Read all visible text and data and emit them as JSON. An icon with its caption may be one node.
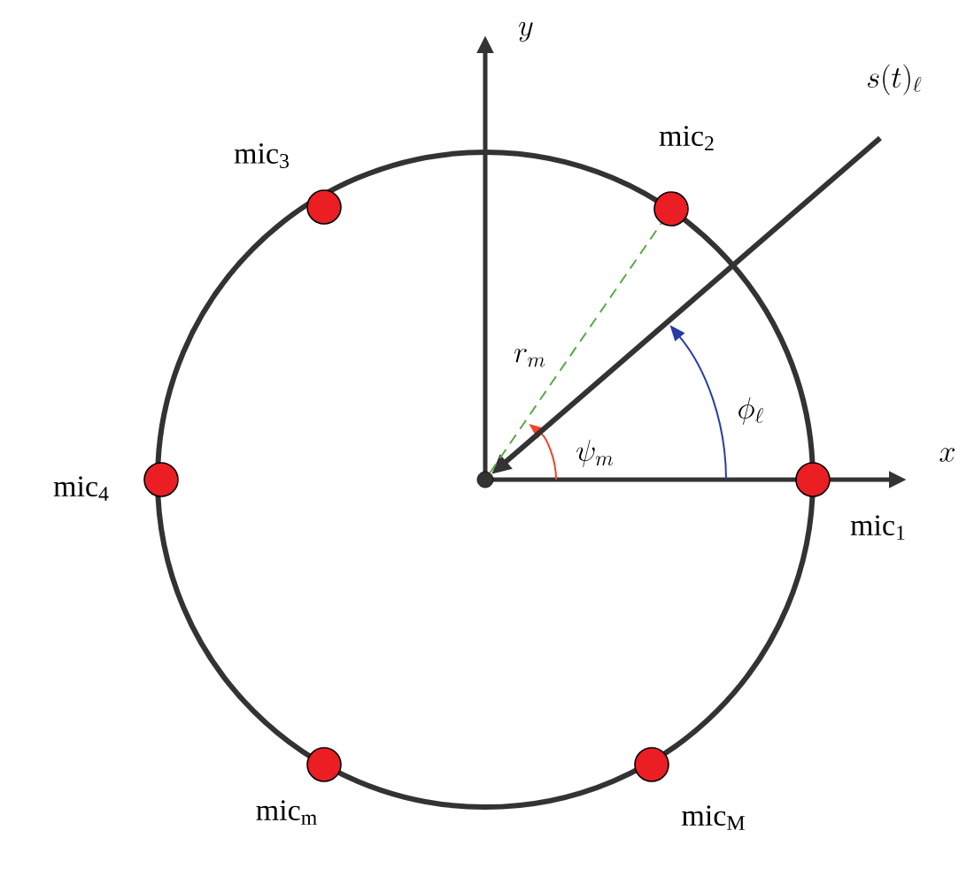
{
  "diagram": {
    "nodes": [
      {
        "text": [],
        "shape": "circle",
        "beside": [
          "mic$_{3}$"
        ]
      },
      {
        "text": [],
        "shape": "circle",
        "beside": [
          "mic$_{2}$"
        ]
      },
      {
        "text": [
          "s(t)_{\\ell}"
        ]
      },
      {
        "text": [],
        "shape": "circle",
        "beside": [
          "mic$_{4}$"
        ]
      },
      {
        "text": [],
        "shape": "circle",
        "beside": [
          "mic$_{1}$"
        ]
      },
      {
        "text": [],
        "shape": "circle"
      },
      {
        "text": [],
        "shape": "circle",
        "beside": [
          "mic$_{m}$"
        ]
      },
      {
        "text": [],
        "shape": "circle",
        "beside": [
          "mic$_{M}$"
        ]
      }
    ],
    "edges": [
      {
        "from": 2,
        "to": 5,
        "arrow": "to",
        "style": "thick"
      },
      {
        "from": 5,
        "to": 1,
        "arrow": "none",
        "label": "r_m",
        "style": "dashed",
        "color": "#5aa84a"
      }
    ],
    "labels": [
      "y",
      "x",
      "\\phi_\\ell",
      "\\psi_m"
    ]
  }
}
